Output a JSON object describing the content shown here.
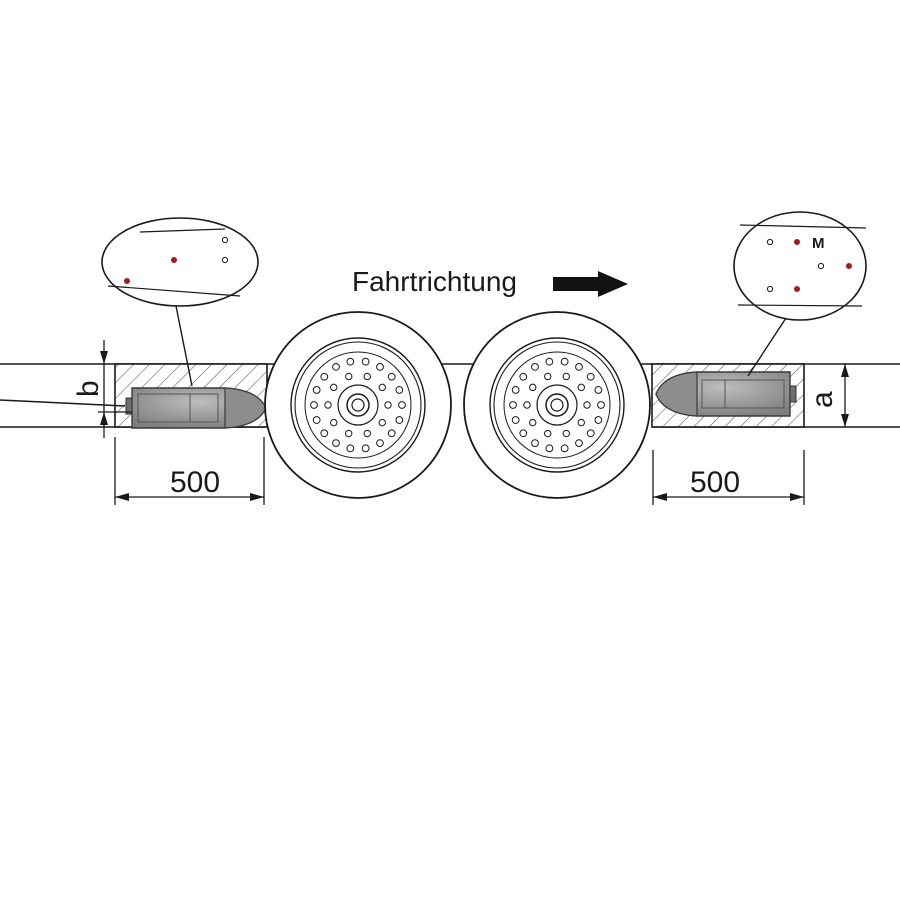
{
  "diagram": {
    "direction_label": "Fahrtrichtung",
    "left_dimension": "500",
    "right_dimension": "500",
    "left_height_label": "b",
    "right_height_label": "a",
    "marker_label": "M"
  },
  "colors": {
    "line": "#1a1a1a",
    "sensor_fill": "#9b9b9b",
    "sensor_dark": "#6e6e6e",
    "red_dot": "#a01e1e",
    "arrow": "#111111"
  }
}
